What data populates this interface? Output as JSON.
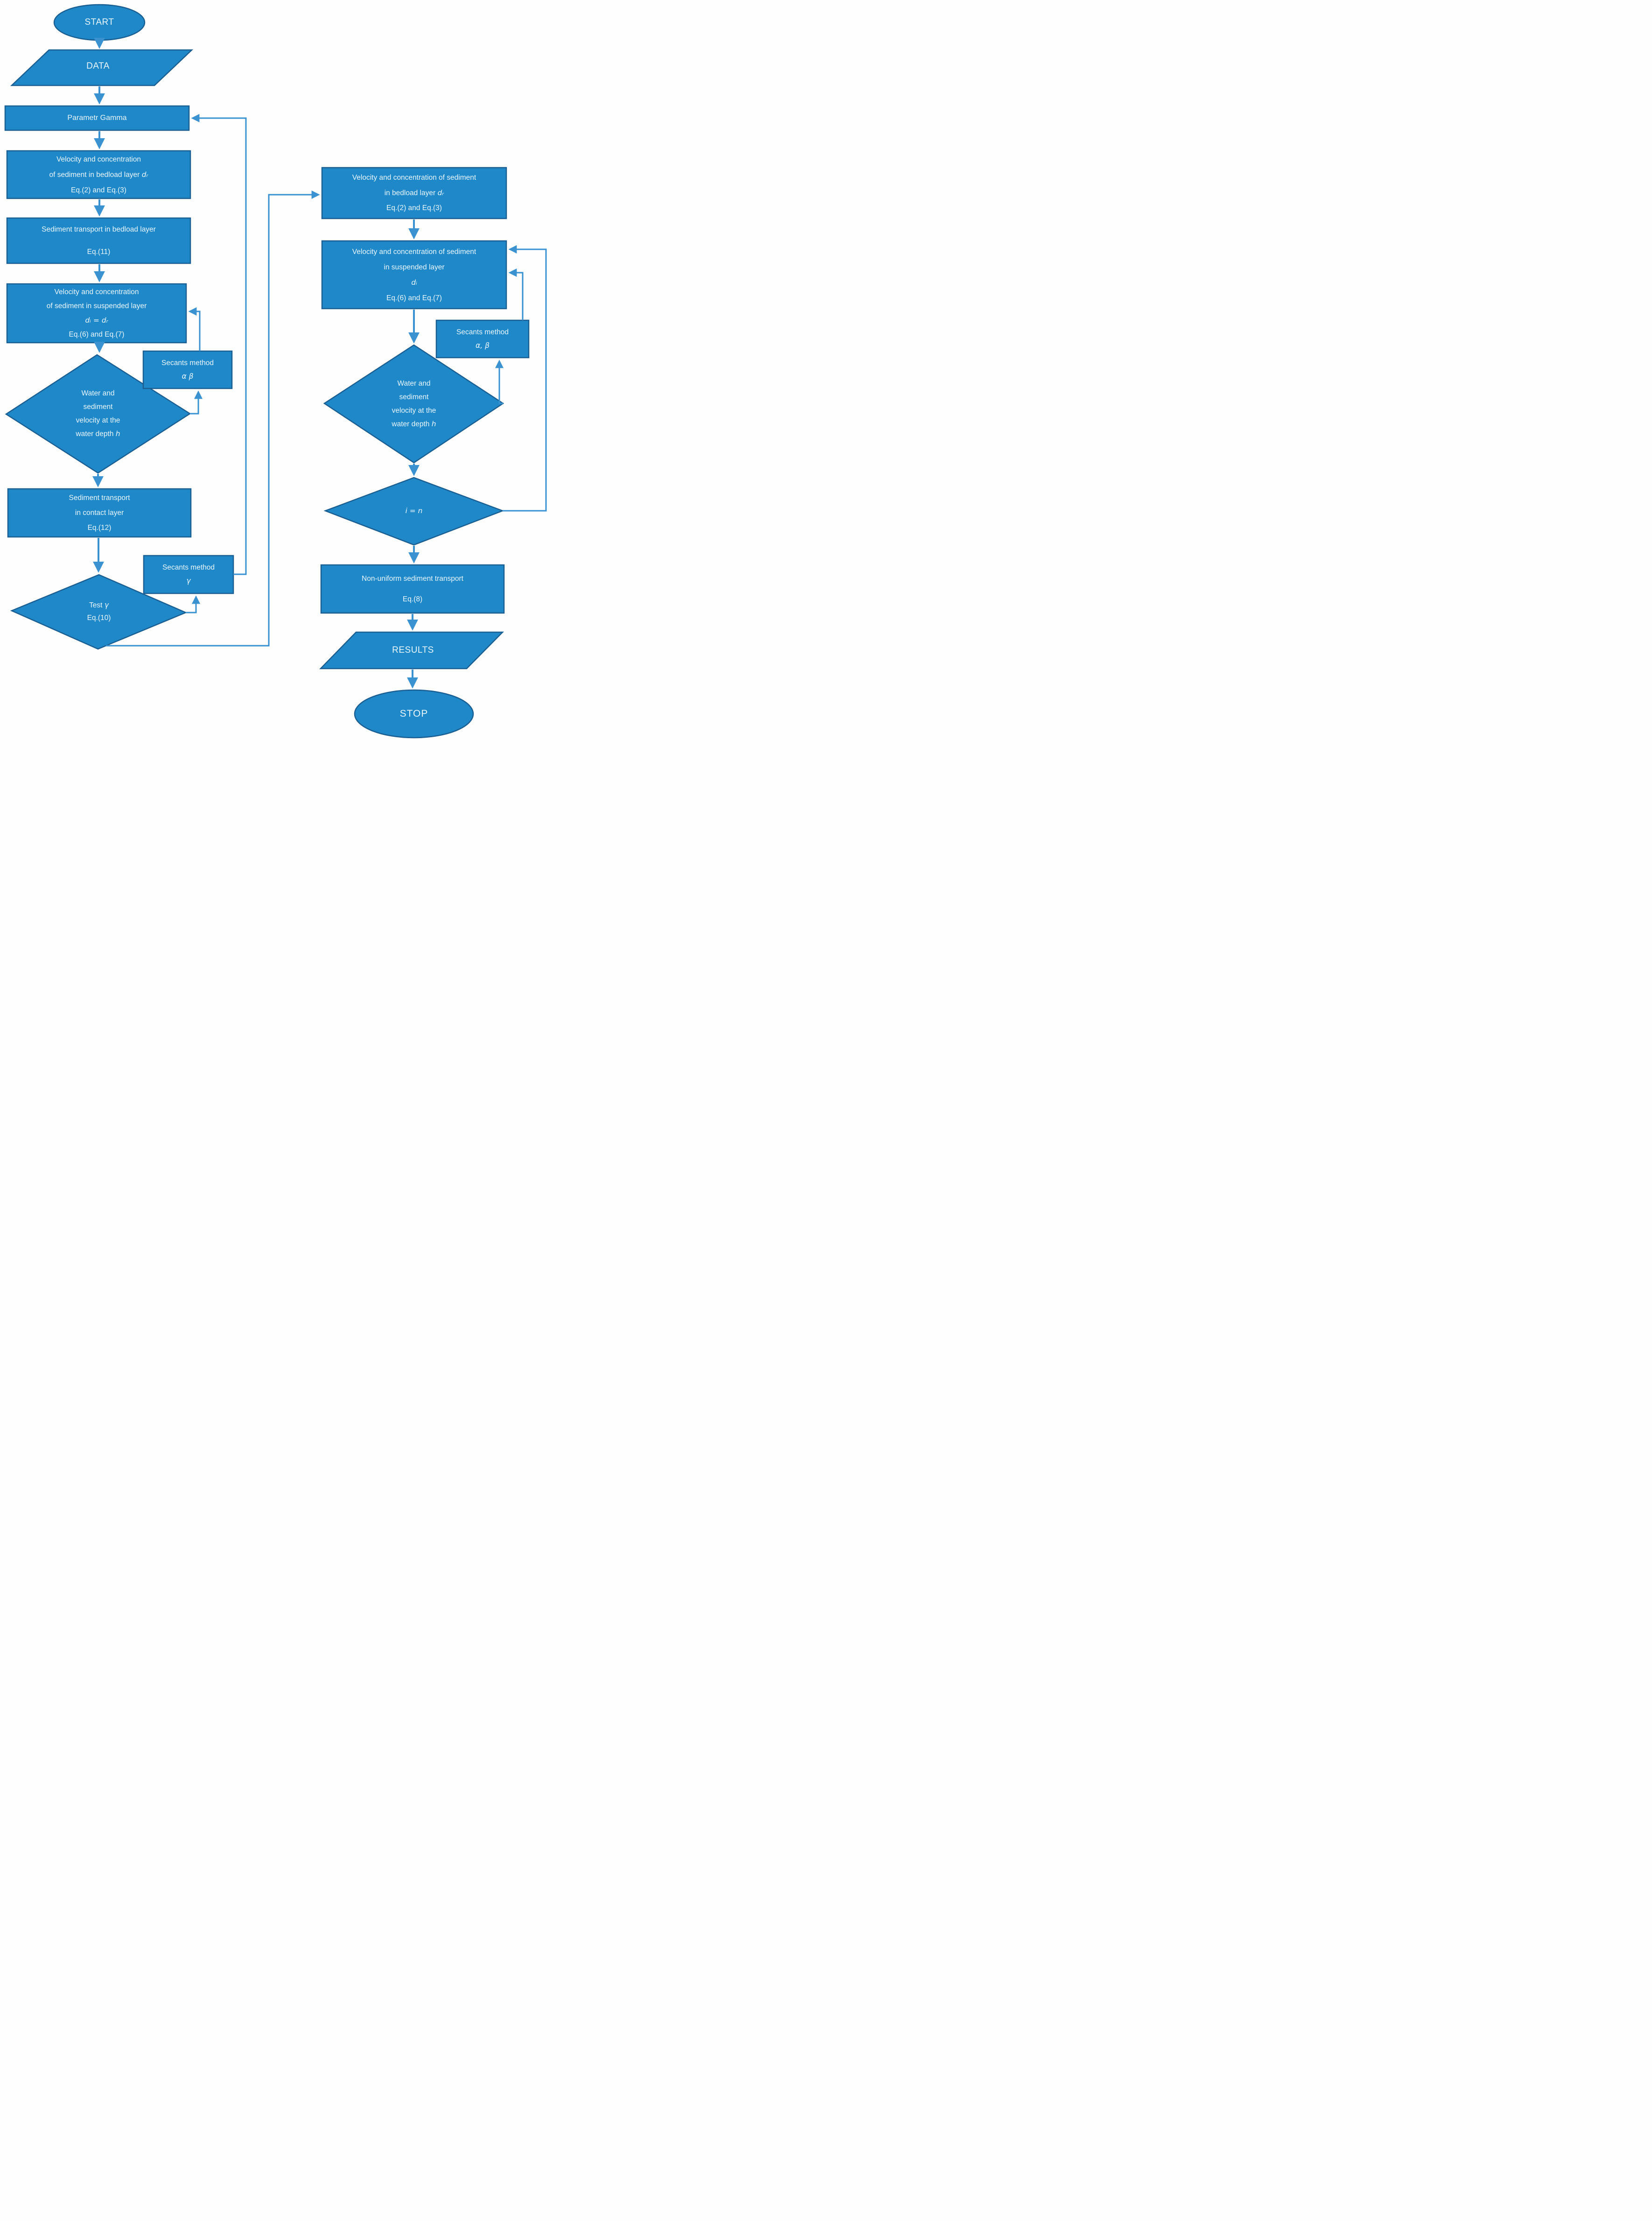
{
  "colors": {
    "shape_fill": "#1E88C9",
    "shape_border": "#1B5E91",
    "connector": "#3B92D0",
    "text": "#EAF6FC",
    "background": "#FEFEFE"
  },
  "left": {
    "start": {
      "label": "START"
    },
    "data": {
      "label": "DATA"
    },
    "parametr_gamma": {
      "label": "Parametr Gamma"
    },
    "velocity_bedload": {
      "line1": "Velocity and concentration",
      "line2": "of sediment in bedload layer ",
      "line2_math": "dᵣ",
      "line3": "Eq.(2) and Eq.(3)"
    },
    "transport_bedload": {
      "line1": "Sediment transport in bedload layer",
      "line2": "Eq.(11)"
    },
    "velocity_suspended": {
      "line1": "Velocity and concentration",
      "line2": "of sediment in suspended layer",
      "line3_math": "dᵢ = dᵣ",
      "line4": "Eq.(6) and Eq.(7)"
    },
    "secants_alpha_beta": {
      "line1": "Secants method",
      "line2_math": "α β"
    },
    "decision_depth": {
      "line1": "Water and",
      "line2": "sediment",
      "line3": "velocity at the",
      "line4": "water depth ",
      "line4_math": "h"
    },
    "transport_contact": {
      "line1": "Sediment transport",
      "line2": "in contact layer",
      "line3": "Eq.(12)"
    },
    "secants_gamma": {
      "line1": "Secants method",
      "line2_math": "γ"
    },
    "test_gamma": {
      "line1": "Test ",
      "line1_math": "γ",
      "line2": "Eq.(10)"
    }
  },
  "right": {
    "velocity_bedload": {
      "line1": "Velocity and concentration of sediment",
      "line2": "in bedload layer ",
      "line2_math": "dᵣ",
      "line3": "Eq.(2) and Eq.(3)"
    },
    "velocity_suspended": {
      "line1": "Velocity and concentration of sediment",
      "line2": "in suspended layer",
      "line3_math": "dᵢ",
      "line4": "Eq.(6) and Eq.(7)"
    },
    "secants_alpha_beta": {
      "line1": "Secants method",
      "line2_math": "α, β"
    },
    "decision_depth": {
      "line1": "Water and",
      "line2": "sediment",
      "line3": "velocity at the",
      "line4": "water depth ",
      "line4_math": "h"
    },
    "decision_i_n": {
      "line1_math": "i = n"
    },
    "nonuniform": {
      "line1": "Non-uniform sediment transport",
      "line2": "Eq.(8)"
    },
    "results": {
      "label": "RESULTS"
    },
    "stop": {
      "label": "STOP"
    }
  }
}
